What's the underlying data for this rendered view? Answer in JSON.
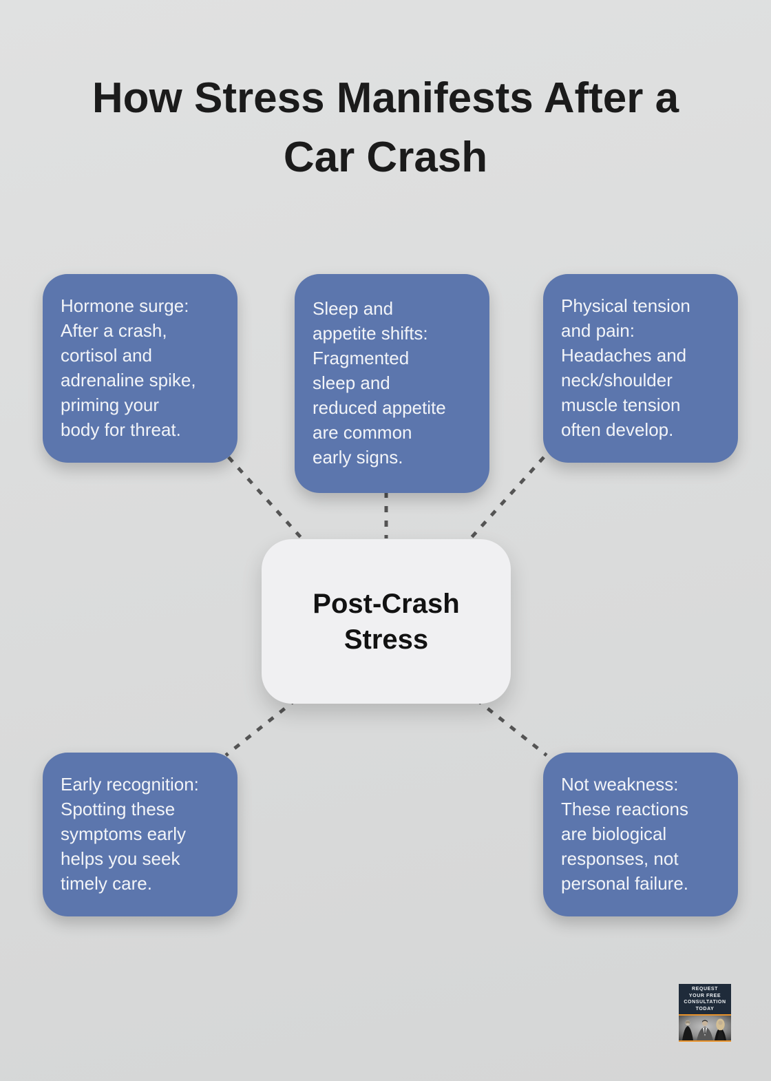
{
  "title": "How Stress Manifests After a\nCar Crash",
  "center": {
    "label": "Post-Crash\nStress"
  },
  "nodes": [
    {
      "id": "hormone-surge",
      "text": "Hormone surge:\nAfter a crash,\ncortisol and\nadrenaline spike,\npriming your\nbody for threat."
    },
    {
      "id": "sleep-appetite-shifts",
      "text": "Sleep and\nappetite shifts:\nFragmented\nsleep and\nreduced appetite\nare common\nearly signs."
    },
    {
      "id": "physical-tension-pain",
      "text": "Physical tension\nand pain:\nHeadaches and\nneck/shoulder\nmuscle tension\noften develop."
    },
    {
      "id": "early-recognition",
      "text": "Early recognition:\nSpotting these\nsymptoms early\nhelps you seek\ntimely care."
    },
    {
      "id": "not-weakness",
      "text": "Not weakness:\nThese reactions\nare biological\nresponses, not\npersonal failure."
    }
  ],
  "badge": {
    "lines": [
      "REQUEST",
      "YOUR FREE",
      "CONSULTATION",
      "TODAY"
    ]
  },
  "colors": {
    "background": "#dcdddd",
    "node_fill": "#5c76ad",
    "node_text": "#f2f4f8",
    "center_fill": "#f0f0f2",
    "dash": "#545454",
    "title_text": "#1b1b1b",
    "badge_bg": "#1f2b3a",
    "badge_accent": "#e8922a"
  }
}
